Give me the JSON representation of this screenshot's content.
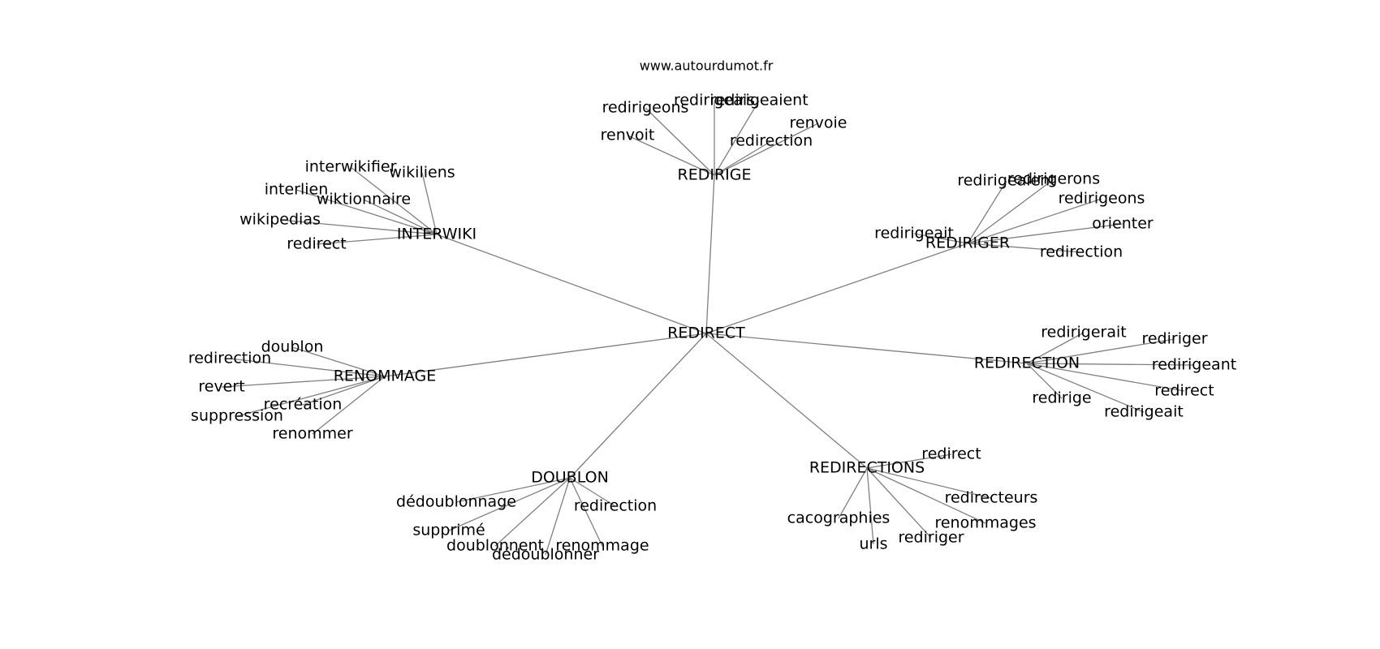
{
  "source_text": "www.autourdumot.fr",
  "graph": {
    "root": "REDIRECT",
    "hubs": [
      {
        "label": "REDIRIGE",
        "leaves": [
          "redirigeons",
          "redirigeais",
          "redirigeaient",
          "renvoit",
          "renvoie",
          "redirection"
        ]
      },
      {
        "label": "INTERWIKI",
        "leaves": [
          "interwikifier",
          "wikiliens",
          "interlien",
          "wiktionnaire",
          "wikipedias",
          "redirect"
        ]
      },
      {
        "label": "REDIRIGER",
        "leaves": [
          "redirigeaient",
          "redirigerons",
          "redirigeons",
          "orienter",
          "redirigeait",
          "redirection"
        ]
      },
      {
        "label": "REDIRECTION",
        "leaves": [
          "redirigerait",
          "rediriger",
          "redirigeant",
          "redirect",
          "redirige",
          "redirigeait"
        ]
      },
      {
        "label": "RENOMMAGE",
        "leaves": [
          "doublon",
          "redirection",
          "revert",
          "recréation",
          "suppression",
          "renommer"
        ]
      },
      {
        "label": "DOUBLON",
        "leaves": [
          "dédoublonnage",
          "redirection",
          "supprimé",
          "doublonnent",
          "renommage",
          "dédoublonner"
        ]
      },
      {
        "label": "REDIRECTIONS",
        "leaves": [
          "redirect",
          "redirecteurs",
          "cacographies",
          "renommages",
          "rediriger",
          "urls"
        ]
      }
    ]
  }
}
